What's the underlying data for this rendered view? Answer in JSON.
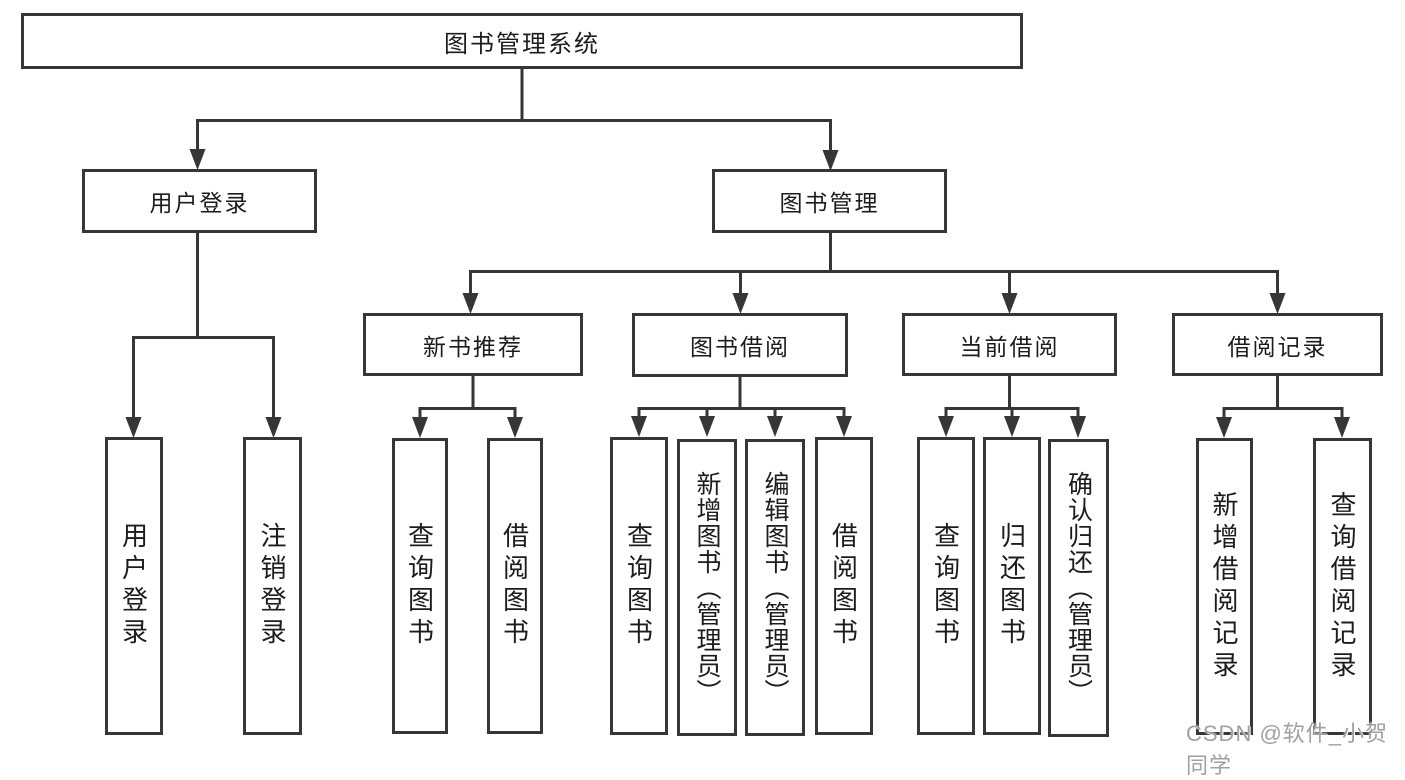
{
  "diagram": {
    "root": {
      "label": "图书管理系统"
    },
    "level2": [
      {
        "label": "用户登录",
        "children": [
          {
            "label": "用户登录"
          },
          {
            "label": "注销登录"
          }
        ]
      },
      {
        "label": "图书管理",
        "groups": [
          {
            "label": "新书推荐",
            "children": [
              {
                "label": "查询图书"
              },
              {
                "label": "借阅图书"
              }
            ]
          },
          {
            "label": "图书借阅",
            "children": [
              {
                "label": "查询图书"
              },
              {
                "label": "新增图书（管理员）"
              },
              {
                "label": "编辑图书（管理员）"
              },
              {
                "label": "借阅图书"
              }
            ]
          },
          {
            "label": "当前借阅",
            "children": [
              {
                "label": "查询图书"
              },
              {
                "label": "归还图书"
              },
              {
                "label": "确认归还（管理员）"
              }
            ]
          },
          {
            "label": "借阅记录",
            "children": [
              {
                "label": "新增借阅记录"
              },
              {
                "label": "查询借阅记录"
              }
            ]
          }
        ]
      }
    ]
  },
  "watermark": {
    "text": "CSDN @软件_小贺同学"
  },
  "colors": {
    "line": "#363636",
    "text": "#1c1c1c",
    "watermark": "#a0a0a0",
    "background": "#ffffff"
  }
}
